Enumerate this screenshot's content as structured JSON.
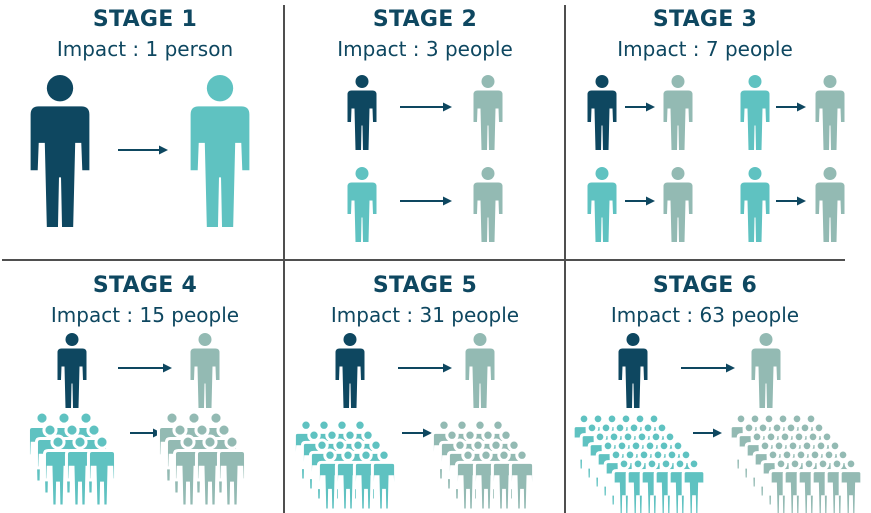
{
  "colors": {
    "source": "#0e4760",
    "direct": "#5fc2c1",
    "indirect": "#93bab3",
    "arrow": "#0e4760",
    "divider": "#4f4f4f"
  },
  "icons": {
    "person": "person-icon",
    "arrow": "arrow-right-icon"
  },
  "stages": [
    {
      "title": "STAGE 1",
      "impact": "Impact : 1 person"
    },
    {
      "title": "STAGE 2",
      "impact": "Impact : 3 people"
    },
    {
      "title": "STAGE 3",
      "impact": "Impact : 7 people"
    },
    {
      "title": "STAGE 4",
      "impact": "Impact : 15 people"
    },
    {
      "title": "STAGE 5",
      "impact": "Impact : 31 people"
    },
    {
      "title": "STAGE 6",
      "impact": "Impact : 63 people"
    }
  ]
}
